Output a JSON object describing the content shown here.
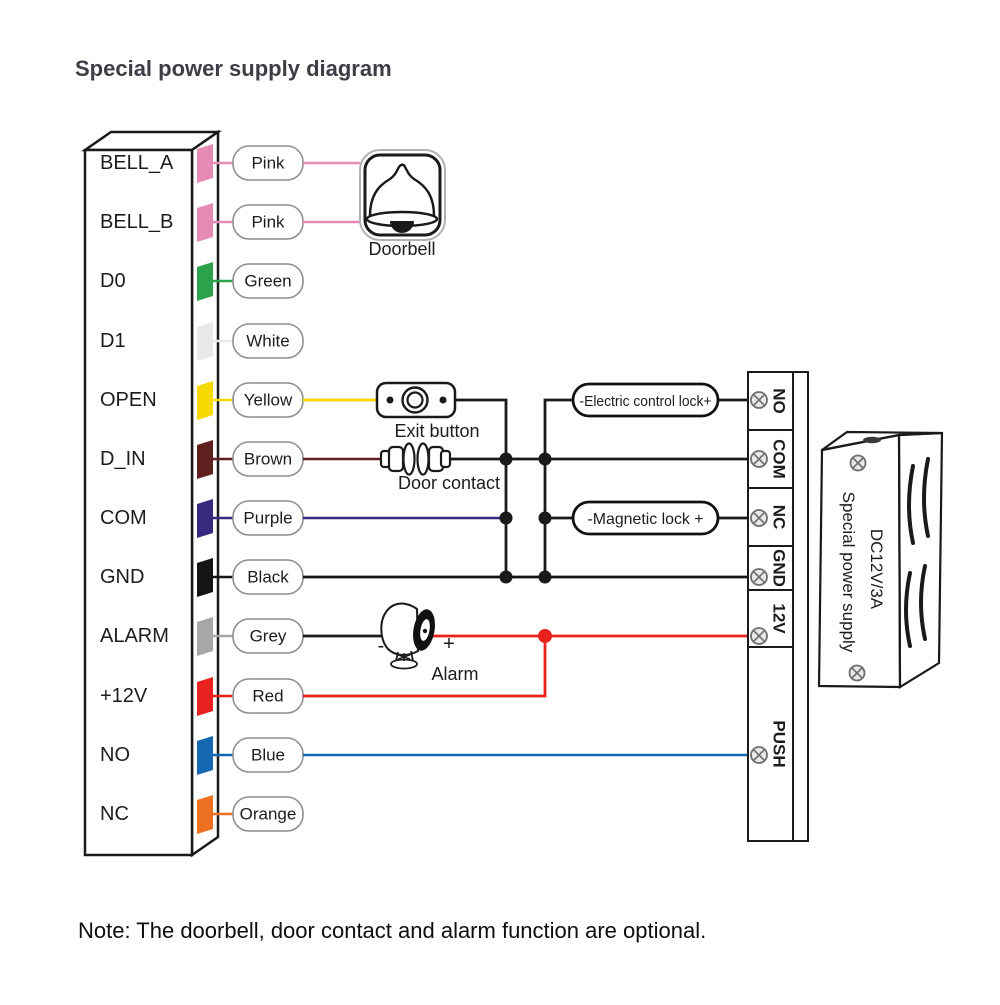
{
  "title": "Special power supply diagram",
  "note": "Note: The doorbell, door contact and alarm function are optional.",
  "controller": {
    "rows": [
      {
        "pin": "BELL_A",
        "wire_label": "Pink",
        "color_key": "pink"
      },
      {
        "pin": "BELL_B",
        "wire_label": "Pink",
        "color_key": "pink"
      },
      {
        "pin": "D0",
        "wire_label": "Green",
        "color_key": "green"
      },
      {
        "pin": "D1",
        "wire_label": "White",
        "color_key": "white"
      },
      {
        "pin": "OPEN",
        "wire_label": "Yellow",
        "color_key": "yellow"
      },
      {
        "pin": "D_IN",
        "wire_label": "Brown",
        "color_key": "brown"
      },
      {
        "pin": "COM",
        "wire_label": "Purple",
        "color_key": "purple"
      },
      {
        "pin": "GND",
        "wire_label": "Black",
        "color_key": "black"
      },
      {
        "pin": "ALARM",
        "wire_label": "Grey",
        "color_key": "grey"
      },
      {
        "pin": "+12V",
        "wire_label": "Red",
        "color_key": "red"
      },
      {
        "pin": "NO",
        "wire_label": "Blue",
        "color_key": "blue"
      },
      {
        "pin": "NC",
        "wire_label": "Orange",
        "color_key": "orange"
      }
    ]
  },
  "devices": {
    "doorbell_label": "Doorbell",
    "exit_button_label": "Exit button",
    "door_contact_label": "Door contact",
    "alarm_label": "Alarm",
    "alarm_minus": "-",
    "alarm_plus": "+",
    "electric_lock_label": "-Electric control lock+",
    "magnetic_lock_label": "-Magnetic lock +"
  },
  "power_terminal": {
    "terminals": [
      {
        "label": "NO"
      },
      {
        "label": "COM"
      },
      {
        "label": "NC"
      },
      {
        "label": "GND"
      },
      {
        "label": "12V"
      },
      {
        "label": "PUSH"
      }
    ]
  },
  "power_supply": {
    "model": "DC12V/3A",
    "name": "Special power supply"
  },
  "colors": {
    "pink": "#e78ab5",
    "green": "#2ca24c",
    "white": "#e9e9e9",
    "yellow": "#f5d900",
    "brown": "#5f2120",
    "purple": "#372a7e",
    "black": "#141414",
    "grey": "#a7a7a7",
    "red": "#e8231f",
    "blue": "#1667b2",
    "orange": "#ee7023",
    "wire_dark": "#1a1a1a"
  }
}
